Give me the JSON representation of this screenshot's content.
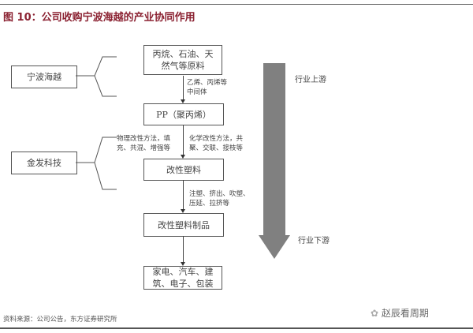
{
  "title": "图 10：公司收购宁波海越的产业协同作用",
  "boxes": {
    "raw": "丙烷、石油、天然气等原料",
    "pp": "PP（聚丙烯）",
    "modified": "改性塑料",
    "products": "改性塑料制品",
    "end": "家电、汽车、建筑、电子、包装"
  },
  "companies": {
    "ningbo": "宁波海越",
    "kingfa": "金发科技"
  },
  "notes": {
    "intermediate": "乙烯、丙烯等\n中间体",
    "physical": "物理改性方法，填\n充、共混、增强等",
    "chemical": "化学改性方法，共\n聚、交联、接枝等",
    "processing": "注塑、挤出、吹塑、\n压延、拉挤等"
  },
  "arrow": {
    "upstream": "行业上游",
    "downstream": "行业下游"
  },
  "source": "资料来源：公司公告，东方证券研究所",
  "watermark": "赵辰看周期"
}
